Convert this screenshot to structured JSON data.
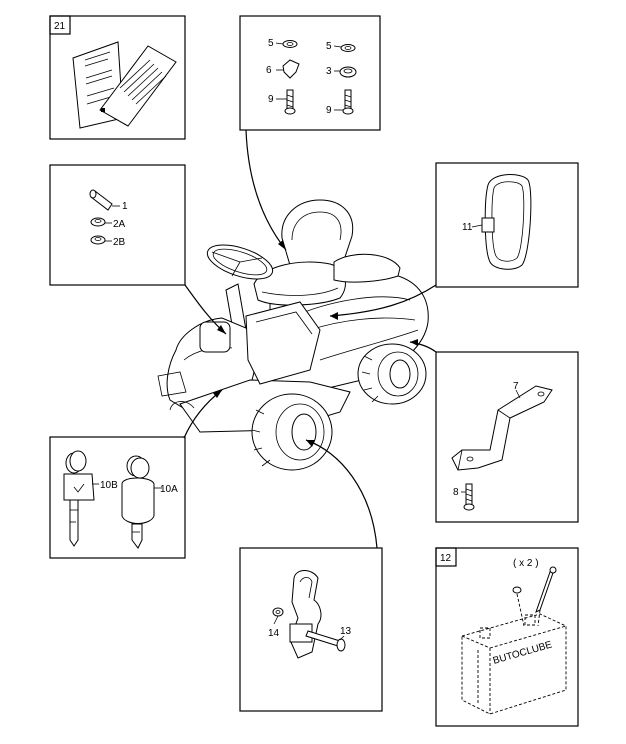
{
  "panels": {
    "manuals": {
      "number": "21"
    },
    "seat_mount": {
      "labels": [
        "5",
        "6",
        "9",
        "5",
        "3",
        "9"
      ]
    },
    "steering_parts": {
      "labels": [
        "1",
        "2A",
        "2B"
      ]
    },
    "grip": {
      "labels": [
        "11"
      ]
    },
    "bracket": {
      "labels": [
        "7",
        "8"
      ]
    },
    "keys": {
      "labels": [
        "10B",
        "10A"
      ]
    },
    "pedal": {
      "labels": [
        "14",
        "13"
      ]
    },
    "battery": {
      "number": "12",
      "qty": "( x 2 )",
      "battery_text": "BUTOCLUBE"
    }
  }
}
